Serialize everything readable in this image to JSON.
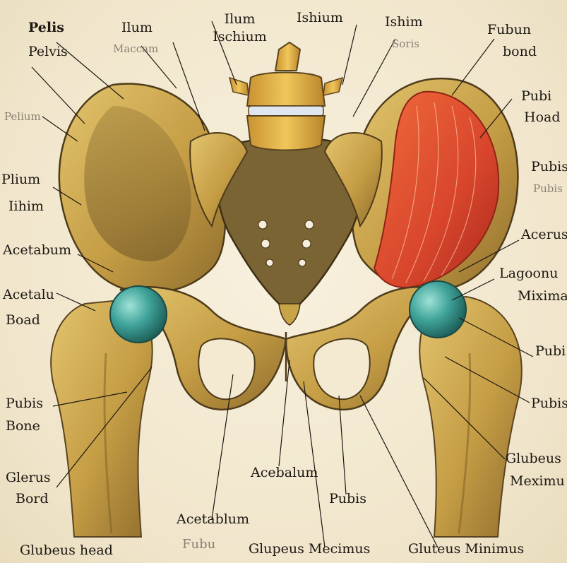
{
  "labels": {
    "pelis": "Pelis",
    "pelvis": "Pelvis",
    "ilum": "Ilum",
    "maccam": "Maccam",
    "ilum_ischium": "Ilum Ischium",
    "ishium": "Ishium",
    "ishim": "Ishim",
    "soris": "Soris",
    "fubun": "Fubun",
    "bond": "bond",
    "pelium": "Pelium",
    "pubi_right": "Pubi",
    "hoad": "Hoad",
    "plium": "Plium",
    "ihim": "Iihim",
    "pubis_right_top": "Pubis",
    "pubis_right_faint": "Pubis",
    "acetabum": "Acetabum",
    "acerus": "Acerus",
    "acetalu": "Acetalu",
    "boad": "Boad",
    "lagoonu": "Lagoonu",
    "mixima": "Mixima",
    "pubi_right_mid": "Pubi",
    "pubis_bone_1": "Pubis",
    "pubis_bone_2": "Bone",
    "pubis_right_low": "Pubis",
    "glerus": "Glerus",
    "bord": "Bord",
    "acebalum": "Acebalum",
    "pubis_center": "Pubis",
    "glubeus_right": "Glubeus",
    "meximu": "Meximu",
    "acetablum": "Acetablum",
    "fubu": "Fubu",
    "glubeus_head": "Glubeus  head",
    "glupeus_mecimus": "Glupeus Mecimus",
    "gluteus_minimus": "Gluteus Minimus"
  },
  "colors": {
    "bone": "#c9a347",
    "bone_shadow": "#8a6a2c",
    "cartilage": "#3fa39a",
    "muscle": "#d8452c",
    "vertebra": "#e2b44a"
  }
}
